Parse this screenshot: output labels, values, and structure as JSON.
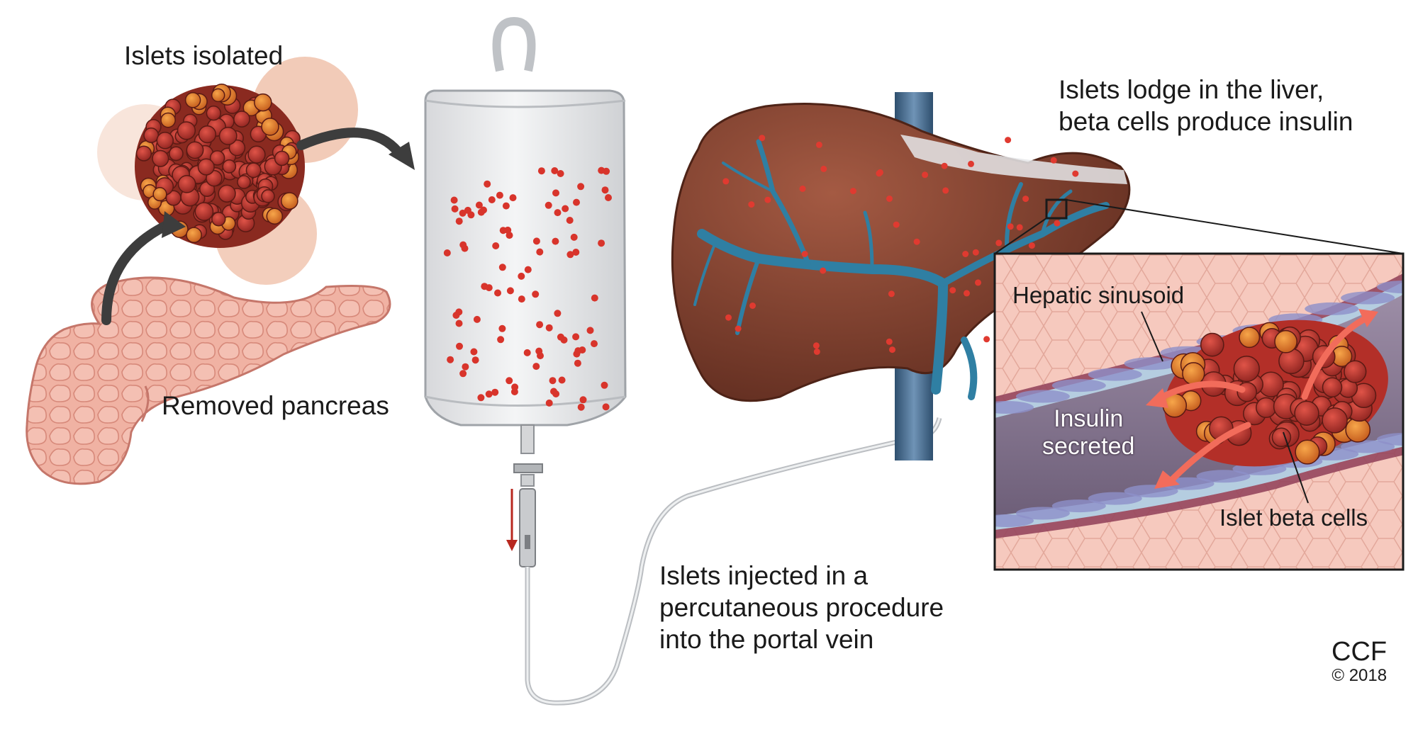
{
  "labels": {
    "islets_isolated": "Islets isolated",
    "removed_pancreas": "Removed pancreas",
    "islets_lodge": [
      "Islets lodge in the liver,",
      "beta cells produce insulin"
    ],
    "islets_injected": [
      "Islets injected in a",
      "percutaneous procedure",
      "into the portal vein"
    ]
  },
  "inset": {
    "hepatic_sinusoid": "Hepatic sinusoid",
    "insulin_secreted": [
      "Insulin",
      "secreted"
    ],
    "islet_beta_cells": "Islet beta cells"
  },
  "credit": {
    "organization": "CCF",
    "copyright": "© 2018"
  },
  "icons": {
    "pancreas": "pancreas-illustration",
    "islet_cluster": "islet-cluster-illustration",
    "iv_bag": "iv-bag-icon",
    "liver": "liver-illustration",
    "magnifier_inset": "sinusoid-inset-illustration"
  },
  "colors": {
    "islet_dark_red": "#b8352c",
    "islet_orange": "#e07a2c",
    "pancreas_pink": "#f2b9ac",
    "liver_brown": "#7a3d2c",
    "portal_vein_blue": "#2f7fa3",
    "iv_dot_red": "#d8342b",
    "tissue_pink": "#f6c9be",
    "insulin_arrow": "#f26c5b"
  }
}
